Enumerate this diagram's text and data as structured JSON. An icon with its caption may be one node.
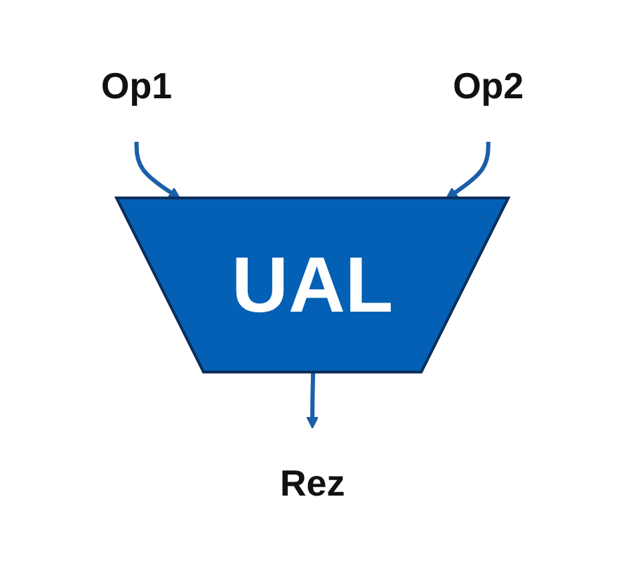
{
  "diagram": {
    "nodes": [
      {
        "text": [
          "Op1"
        ]
      },
      {
        "text": [
          "Op2"
        ]
      },
      {
        "text": [
          "UAL"
        ]
      },
      {
        "text": [
          "Rez"
        ]
      }
    ],
    "edges": [
      {
        "from": 0,
        "to": 2,
        "arrow": "to"
      },
      {
        "from": 1,
        "to": 2,
        "arrow": "to"
      },
      {
        "from": 2,
        "to": 3,
        "arrow": "to"
      }
    ]
  }
}
